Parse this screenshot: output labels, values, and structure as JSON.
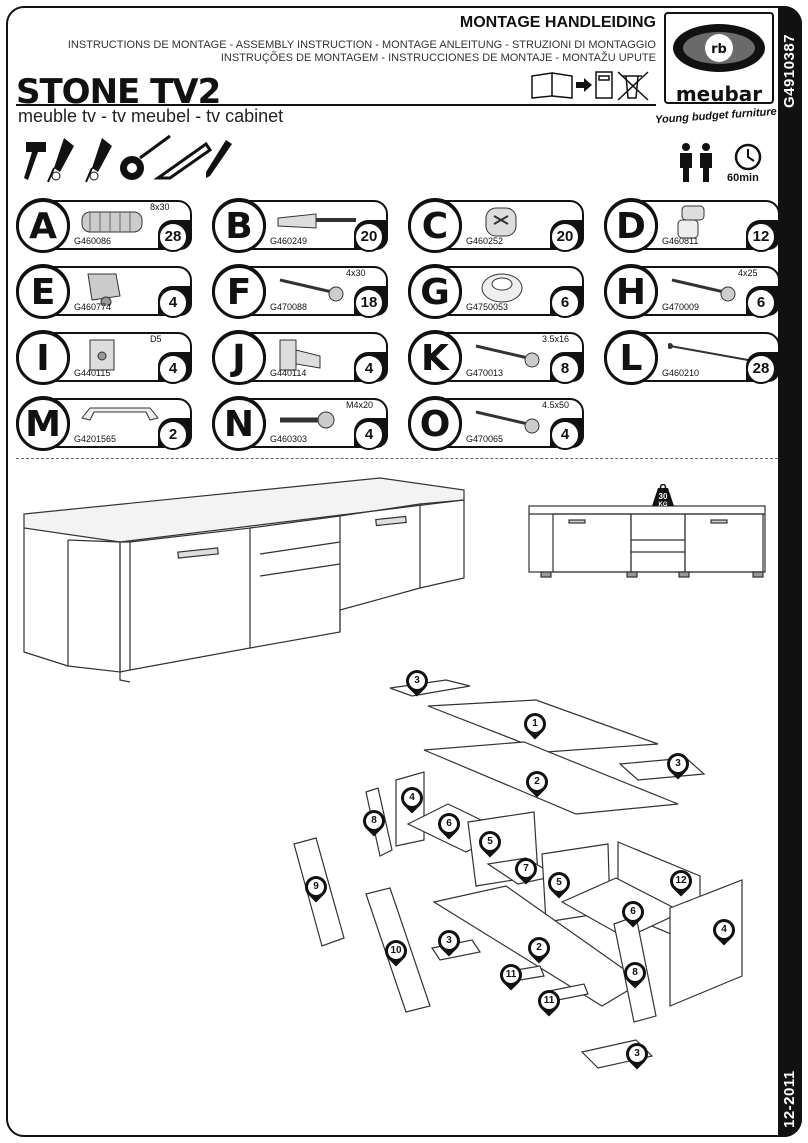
{
  "header": {
    "title": "MONTAGE HANDLEIDING",
    "subtitle_line1": "INSTRUCTIONS DE MONTAGE - ASSEMBLY INSTRUCTION - MONTAGE ANLEITUNG - STRUZIONI DI MONTAGGIO",
    "subtitle_line2": "INSTRUÇÕES DE MONTAGEM - INSTRUCCIONES DE MONTAJE - MONTAŽU UPUTE",
    "product_name": "STONE TV2",
    "product_desc": "meuble tv - tv meubel - tv cabinet"
  },
  "brand": {
    "logo_mark": "rb",
    "name": "meubar",
    "slogan": "Young budget furniture"
  },
  "sidebar": {
    "doc_code": "G4910387",
    "date": "12-2011"
  },
  "assembly": {
    "time": "60min",
    "persons_icon": "two-persons-icon",
    "clock_icon": "clock-icon",
    "weight_limit": "30",
    "weight_unit": "KG"
  },
  "tools": [
    "hammer-icon",
    "screwdriver-flat-icon",
    "screwdriver-phillips-icon",
    "tape-measure-icon",
    "square-ruler-icon",
    "pencil-icon"
  ],
  "parts": [
    {
      "letter": "A",
      "code": "G460086",
      "size": "8x30",
      "qty": "28",
      "icon": "dowel-icon"
    },
    {
      "letter": "B",
      "code": "G460249",
      "size": "",
      "qty": "20",
      "icon": "cam-bolt-icon"
    },
    {
      "letter": "C",
      "code": "G460252",
      "size": "",
      "qty": "20",
      "icon": "cam-lock-icon"
    },
    {
      "letter": "D",
      "code": "G460811",
      "size": "",
      "qty": "12",
      "icon": "shelf-support-icon"
    },
    {
      "letter": "E",
      "code": "G460774",
      "size": "",
      "qty": "4",
      "icon": "leg-connector-icon"
    },
    {
      "letter": "F",
      "code": "G470088",
      "size": "4x30",
      "qty": "18",
      "icon": "screw-icon"
    },
    {
      "letter": "G",
      "code": "G4750053",
      "size": "",
      "qty": "6",
      "icon": "glider-icon"
    },
    {
      "letter": "H",
      "code": "G470009",
      "size": "4x25",
      "qty": "6",
      "icon": "screw-icon"
    },
    {
      "letter": "I",
      "code": "G440115",
      "size": "D5",
      "qty": "4",
      "icon": "hinge-plate-icon"
    },
    {
      "letter": "J",
      "code": "G440114",
      "size": "",
      "qty": "4",
      "icon": "hinge-icon"
    },
    {
      "letter": "K",
      "code": "G470013",
      "size": "3.5x16",
      "qty": "8",
      "icon": "screw-icon"
    },
    {
      "letter": "L",
      "code": "G460210",
      "size": "",
      "qty": "28",
      "icon": "nail-icon"
    },
    {
      "letter": "M",
      "code": "G4201565",
      "size": "",
      "qty": "2",
      "icon": "handle-icon"
    },
    {
      "letter": "N",
      "code": "G460303",
      "size": "M4x20",
      "qty": "4",
      "icon": "bolt-icon"
    },
    {
      "letter": "O",
      "code": "G470065",
      "size": "4.5x50",
      "qty": "4",
      "icon": "screw-icon"
    }
  ],
  "panel_labels": [
    "1",
    "2",
    "3",
    "4",
    "5",
    "6",
    "7",
    "8",
    "9",
    "10",
    "11",
    "12"
  ]
}
